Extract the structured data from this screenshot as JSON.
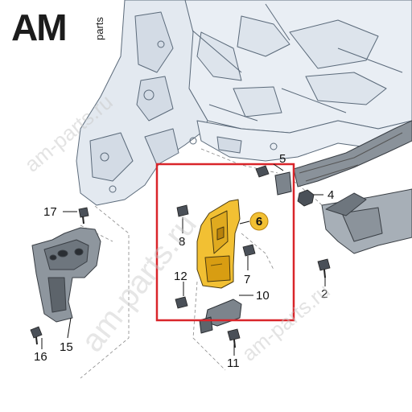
{
  "logo": {
    "mark": "AM",
    "sub": "parts"
  },
  "watermark": {
    "big": "am-parts.ru",
    "small": "am-parts.ru"
  },
  "highlight": {
    "color": "#d9252a",
    "part_number": "6",
    "part_fill": "#f2c033"
  },
  "callouts": [
    {
      "id": "17",
      "label": "17"
    },
    {
      "id": "16",
      "label": "16"
    },
    {
      "id": "15",
      "label": "15"
    },
    {
      "id": "8",
      "label": "8"
    },
    {
      "id": "12",
      "label": "12"
    },
    {
      "id": "7",
      "label": "7"
    },
    {
      "id": "10",
      "label": "10"
    },
    {
      "id": "11",
      "label": "11"
    },
    {
      "id": "5",
      "label": "5"
    },
    {
      "id": "4",
      "label": "4"
    },
    {
      "id": "2",
      "label": "2"
    }
  ]
}
